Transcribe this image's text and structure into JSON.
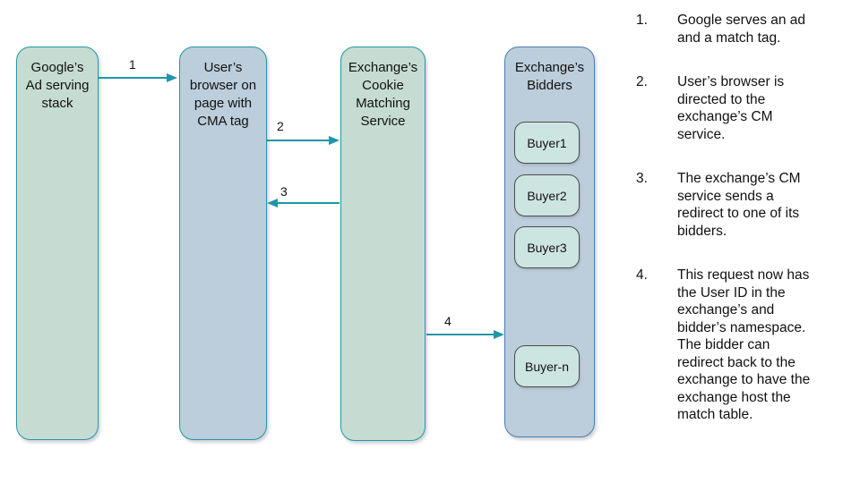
{
  "colors": {
    "green_fill": "#c6dcd3",
    "blue_fill": "#bccddb",
    "teal_border": "#2596a9",
    "blue_border": "#4a7eb5",
    "buyer_fill": "#cde5e0",
    "buyer_border": "#4d4d4d",
    "arrow": "#1e96aa",
    "text": "#111111"
  },
  "diagram": {
    "nodes": {
      "google_stack": {
        "label": "Google’s\nAd serving\nstack"
      },
      "user_browser": {
        "label": "User’s\nbrowser on\npage with\nCMA tag"
      },
      "cm_service": {
        "label": "Exchange’s\nCookie\nMatching\nService"
      },
      "bidders": {
        "label": "Exchange’s\nBidders",
        "buyers": [
          "Buyer1",
          "Buyer2",
          "Buyer3",
          "Buyer-n"
        ]
      }
    },
    "arrows": [
      {
        "label": "1",
        "from": "google_stack",
        "to": "user_browser",
        "direction": "right"
      },
      {
        "label": "2",
        "from": "user_browser",
        "to": "cm_service",
        "direction": "right"
      },
      {
        "label": "3",
        "from": "cm_service",
        "to": "user_browser",
        "direction": "left"
      },
      {
        "label": "4",
        "from": "cm_service",
        "to": "bidders",
        "direction": "right"
      }
    ]
  },
  "steps": [
    {
      "num": "1.",
      "text": "Google serves an ad\nand a match tag."
    },
    {
      "num": "2.",
      "text": "User’s browser is\ndirected to the\nexchange’s CM\nservice."
    },
    {
      "num": "3.",
      "text": "The exchange’s CM\nservice sends a\nredirect to one of its\nbidders."
    },
    {
      "num": "4.",
      "text": "This request now has\nthe User ID in the\nexchange’s and\nbidder’s namespace.\nThe bidder can\nredirect back to the\nexchange to have the\nexchange host the\nmatch table."
    }
  ]
}
